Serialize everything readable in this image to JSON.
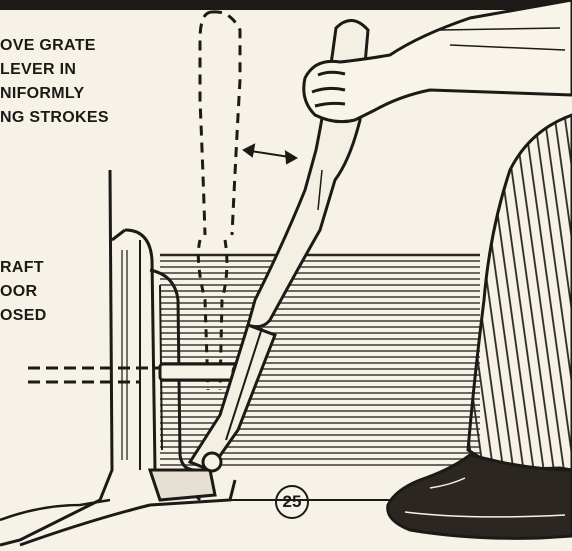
{
  "illustration": {
    "caption_top": [
      "OVE GRATE",
      "LEVER IN",
      "NIFORMLY",
      "NG STROKES"
    ],
    "caption_side": [
      "RAFT",
      "OOR",
      "OSED"
    ],
    "figure_number": "25"
  }
}
